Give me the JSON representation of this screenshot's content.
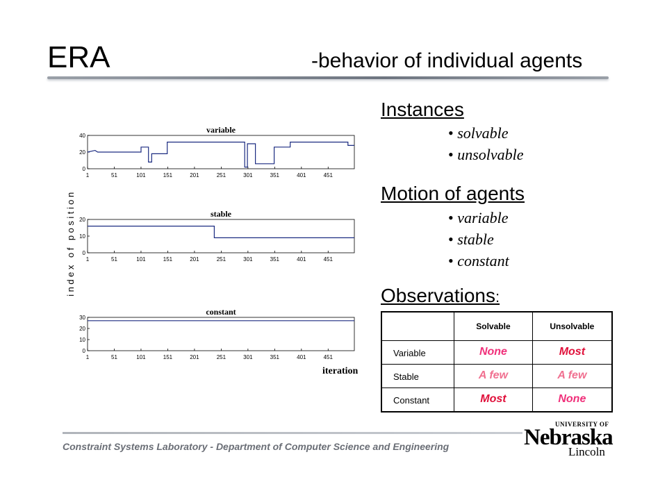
{
  "slide": {
    "title": "ERA",
    "subtitle": "-behavior of individual agents"
  },
  "instances": {
    "heading": "Instances",
    "items": [
      "solvable",
      "unsolvable"
    ]
  },
  "motion": {
    "heading": "Motion of agents",
    "items": [
      "variable",
      "stable",
      "constant"
    ]
  },
  "observations": {
    "heading": "Observations",
    "colon": ":",
    "columns": [
      "",
      "Solvable",
      "Unsolvable"
    ],
    "rows": [
      {
        "label": "Variable",
        "solvable": "None",
        "unsolvable": "Most"
      },
      {
        "label": "Stable",
        "solvable": "A few",
        "unsolvable": "A few"
      },
      {
        "label": "Constant",
        "solvable": "Most",
        "unsolvable": "None"
      }
    ],
    "value_colors": {
      "None": "#f0307a",
      "Most": "#e0103a",
      "A few": "#f07090"
    }
  },
  "footer": {
    "text": "Constraint Systems Laboratory - Department of Computer Science and Engineering",
    "logo_university": "UNIVERSITY OF",
    "logo_name": "Nebraska",
    "logo_city": "Lincoln"
  },
  "colors": {
    "series": "#1a2a80",
    "rule": "#6e7580"
  },
  "chart_data": [
    {
      "type": "line",
      "title": "variable",
      "ylabel": "index of position",
      "xlabel": "",
      "xlim": [
        1,
        500
      ],
      "ylim": [
        0,
        40
      ],
      "yticks": [
        0,
        20,
        40
      ],
      "xticks": [
        1,
        51,
        101,
        151,
        201,
        251,
        301,
        351,
        401,
        451
      ],
      "series": [
        {
          "points": [
            [
              1,
              20
            ],
            [
              15,
              22
            ],
            [
              20,
              20
            ],
            [
              101,
              20
            ],
            [
              101,
              26
            ],
            [
              115,
              26
            ],
            [
              115,
              8
            ],
            [
              121,
              8
            ],
            [
              121,
              18
            ],
            [
              150,
              18
            ],
            [
              150,
              32
            ],
            [
              295,
              32
            ],
            [
              295,
              2
            ],
            [
              300,
              2
            ],
            [
              300,
              30
            ],
            [
              310,
              30
            ],
            [
              310,
              30
            ],
            [
              315,
              30
            ],
            [
              315,
              6
            ],
            [
              350,
              6
            ],
            [
              350,
              26
            ],
            [
              380,
              26
            ],
            [
              380,
              32
            ],
            [
              488,
              32
            ],
            [
              488,
              28
            ],
            [
              500,
              28
            ]
          ]
        }
      ]
    },
    {
      "type": "line",
      "title": "stable",
      "xlabel": "",
      "xlim": [
        1,
        500
      ],
      "ylim": [
        0,
        20
      ],
      "yticks": [
        0,
        10,
        20
      ],
      "xticks": [
        1,
        51,
        101,
        151,
        201,
        251,
        301,
        351,
        401,
        451
      ],
      "series": [
        {
          "points": [
            [
              1,
              16
            ],
            [
              238,
              16
            ],
            [
              238,
              9
            ],
            [
              500,
              9
            ]
          ]
        }
      ]
    },
    {
      "type": "line",
      "title": "constant",
      "xlabel": "iteration",
      "xlim": [
        1,
        500
      ],
      "ylim": [
        0,
        30
      ],
      "yticks": [
        0,
        10,
        20,
        30
      ],
      "xticks": [
        1,
        51,
        101,
        151,
        201,
        251,
        301,
        351,
        401,
        451
      ],
      "series": [
        {
          "points": [
            [
              1,
              27
            ],
            [
              500,
              27
            ]
          ]
        }
      ]
    }
  ]
}
